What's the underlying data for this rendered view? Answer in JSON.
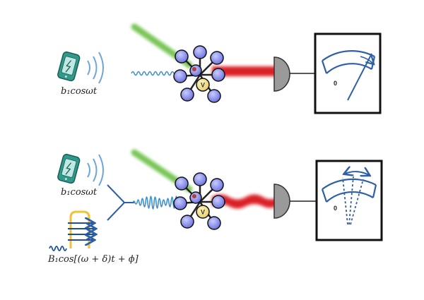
{
  "panel_top": {
    "signal_label": "b₁cosωt",
    "meter_zero": "0",
    "vacancy_label": "V"
  },
  "panel_bottom": {
    "signal_label": "b₁cosωt",
    "reference_label": "B₁cos[(ω + δ)t + ϕ]",
    "meter_zero": "0",
    "vacancy_label": "V"
  },
  "colors": {
    "microwave": "#3f8fd2",
    "laser_green": "#6abf45",
    "laser_red": "#d8141e",
    "meter_blue": "#2f5fa6",
    "phone_teal": "#2f9a8c",
    "reference_yellow": "#f2c230",
    "detector_gray": "#8a8a8a"
  }
}
